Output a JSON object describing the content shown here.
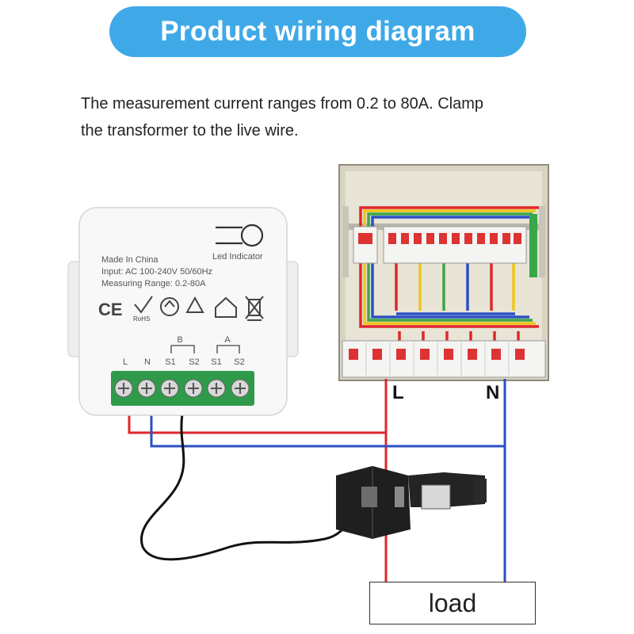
{
  "header": {
    "title": "Product wiring diagram"
  },
  "description": {
    "line1": "The measurement current ranges from 0.2 to 80A. Clamp",
    "line2": "the transformer to the live wire."
  },
  "device": {
    "made_in": "Made In China",
    "input": "Input: AC 100-240V 50/60Hz",
    "range": "Measuring Range: 0.2-80A",
    "led_label": "Led Indicator",
    "cert_ce": "CE",
    "cert_rohs": "RoHS",
    "group_b": "B",
    "group_a": "A",
    "terminals": [
      "L",
      "N",
      "S1",
      "S2",
      "S1",
      "S2"
    ]
  },
  "panel": {
    "live_label": "L",
    "neutral_label": "N"
  },
  "load": {
    "label": "load"
  },
  "colors": {
    "accent": "#3fa9e8",
    "live_wire": "#e0262b",
    "neutral_wire": "#2d4fc4",
    "terminal_green": "#2f9a4a"
  }
}
